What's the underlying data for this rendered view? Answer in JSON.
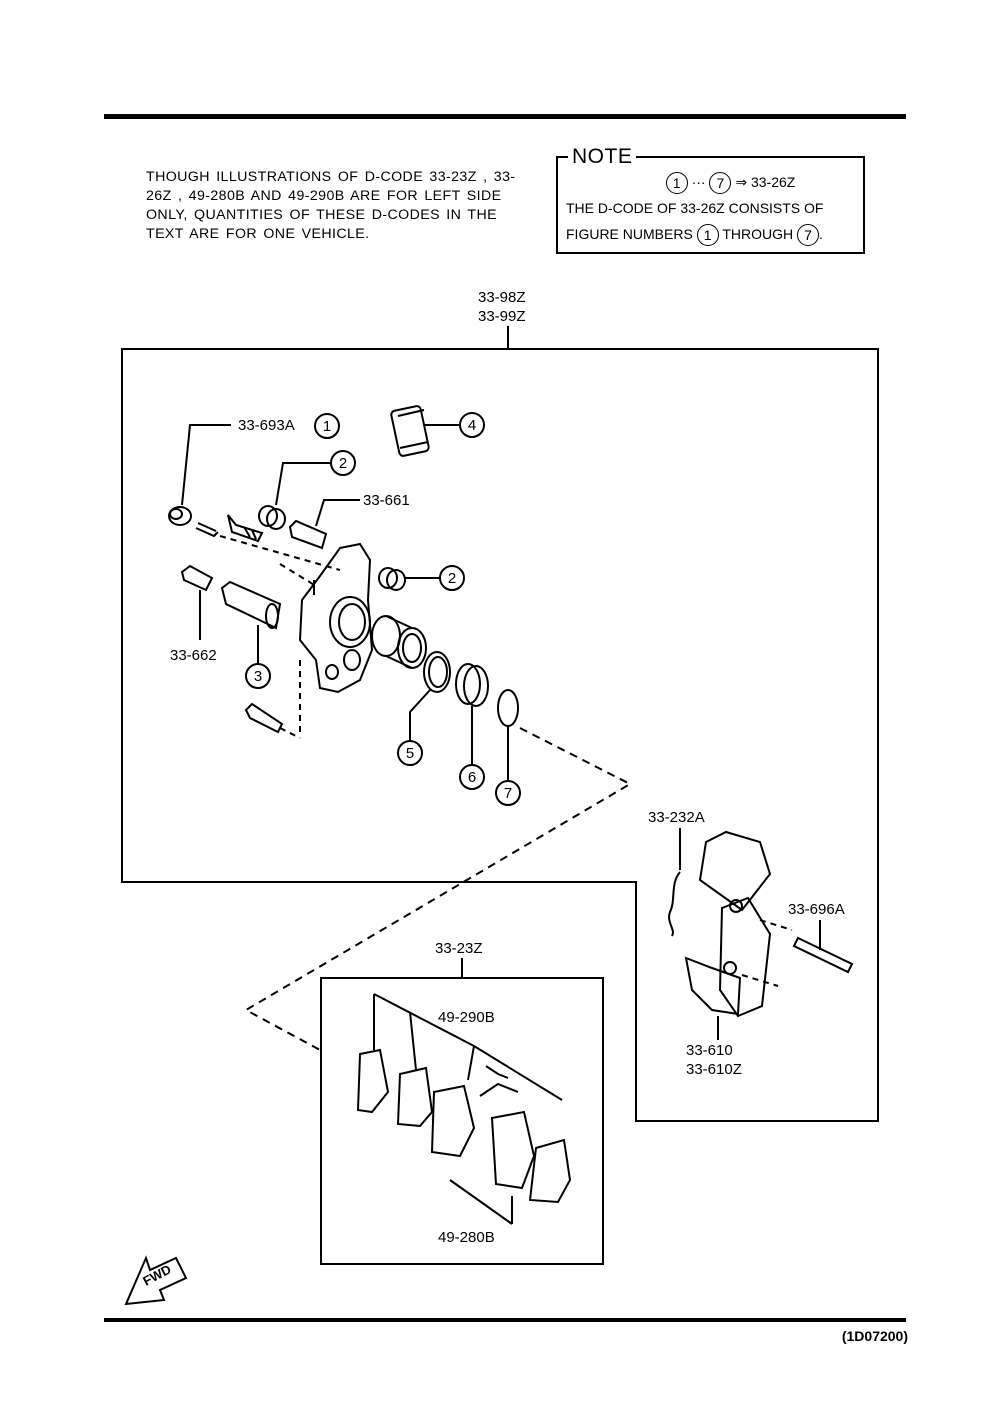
{
  "intro_note": "THOUGH ILLUSTRATIONS OF D-CODE 33-23Z , 33-26Z , 49-280B AND 49-290B ARE FOR LEFT SIDE ONLY, QUANTITIES OF THESE D-CODES IN THE TEXT ARE FOR ONE VEHICLE.",
  "note_box": {
    "title": "NOTE",
    "range_from": "1",
    "ellipsis": "···",
    "range_to": "7",
    "arrow": "⇒",
    "target": "33-26Z",
    "line1": "THE D-CODE OF 33-26Z  CONSISTS OF",
    "line2_prefix": "FIGURE NUMBERS",
    "line2_mid": "THROUGH",
    "line2_end": "."
  },
  "labels": {
    "assembly_1": "33-98Z",
    "assembly_2": "33-99Z",
    "boot": "33-693A",
    "guide_pin_upper": "33-661",
    "guide_pin_lower": "33-662",
    "spring_clip": "33-232A",
    "retaining_pin": "33-696A",
    "bracket_1": "33-610",
    "bracket_2": "33-610Z",
    "pad_set": "33-23Z",
    "shim_set": "49-290B",
    "pad_set_sub": "49-280B"
  },
  "callouts": [
    "1",
    "2",
    "2",
    "3",
    "4",
    "5",
    "6",
    "7"
  ],
  "direction_label": "FWD",
  "diagram_code": "(1D07200)"
}
